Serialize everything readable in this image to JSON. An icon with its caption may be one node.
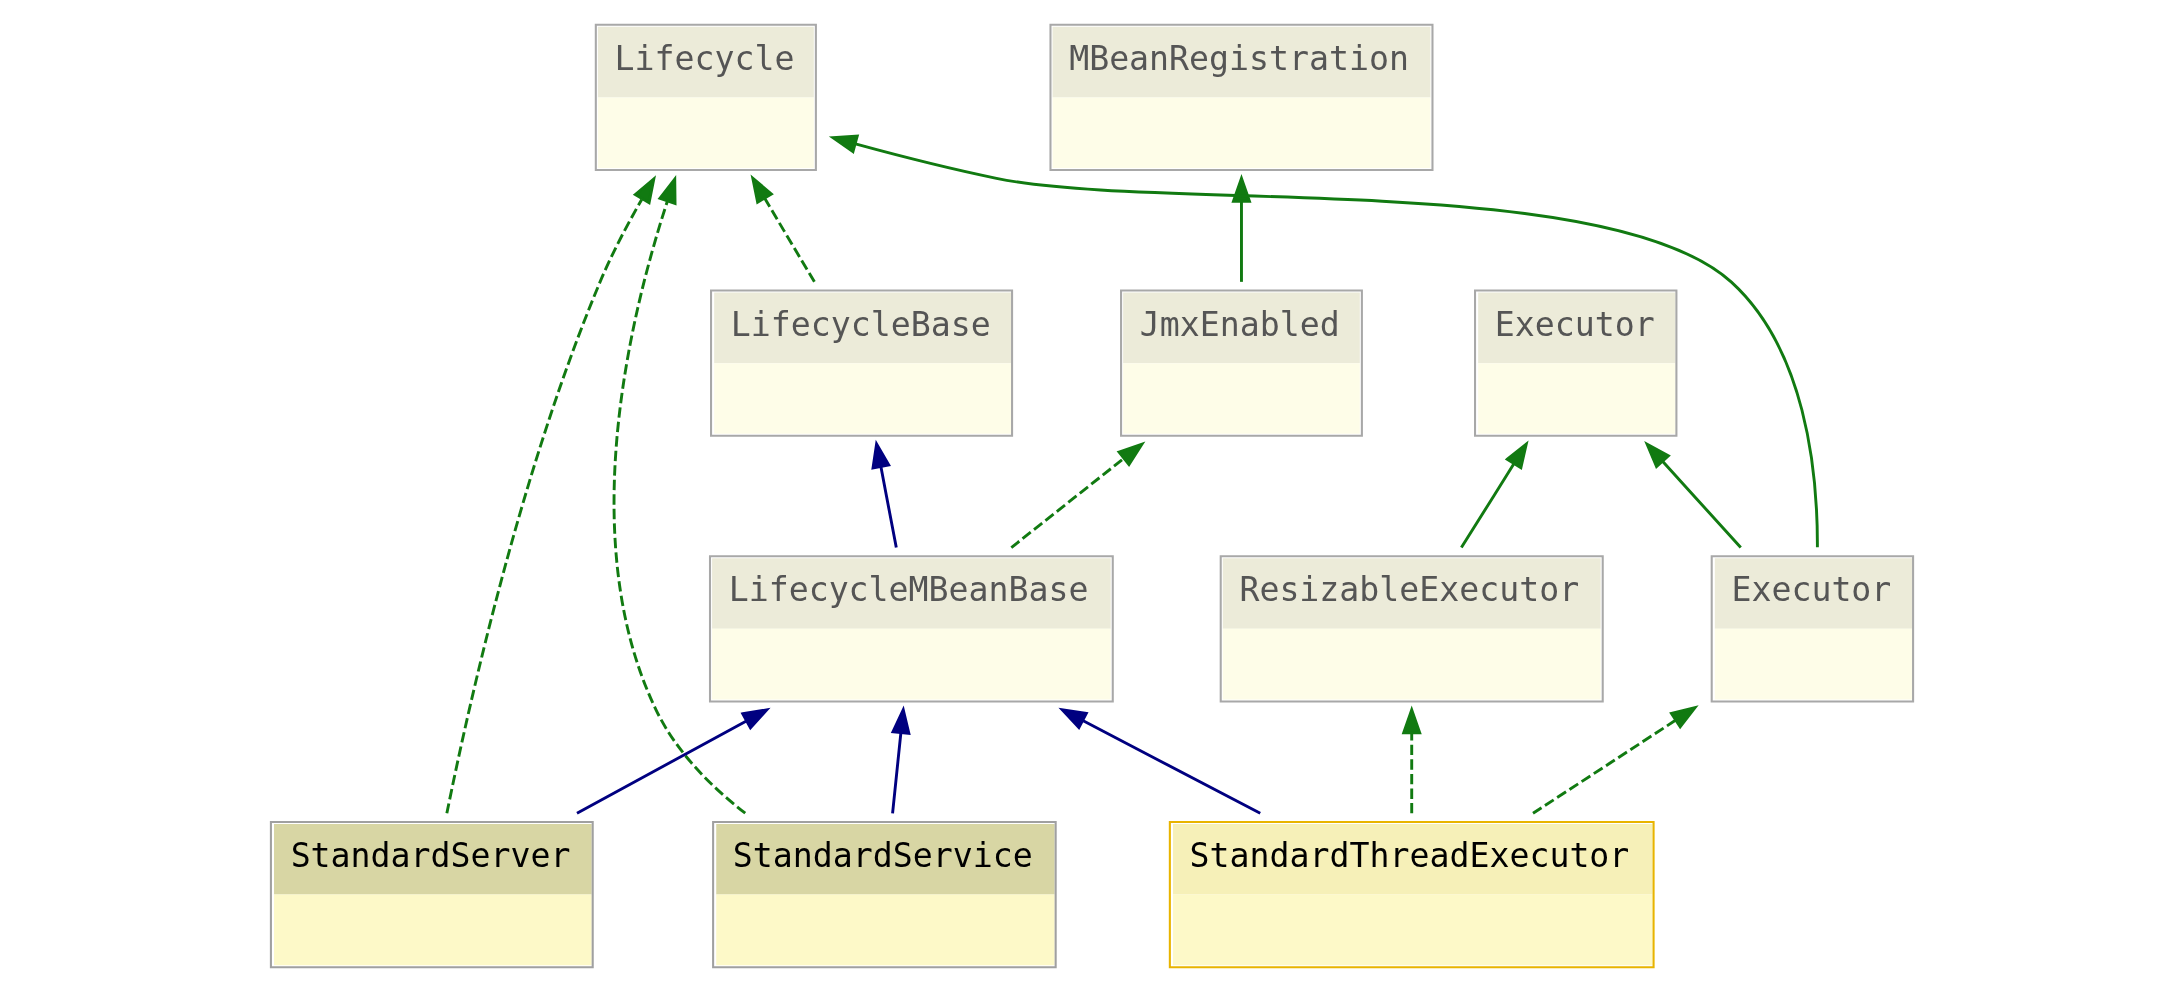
{
  "diagram": {
    "nodes": [
      {
        "text": [
          "MBeanRegistration"
        ]
      },
      {
        "text": [
          "Lifecycle"
        ]
      },
      {
        "text": [
          "Executor"
        ]
      },
      {
        "text": [
          "JmxEnabled"
        ]
      },
      {
        "text": [
          "LifecycleBase"
        ]
      },
      {
        "text": [
          "ResizableExecutor"
        ]
      },
      {
        "text": [
          "Executor"
        ]
      },
      {
        "text": [
          "LifecycleMBeanBase"
        ]
      },
      {
        "text": [
          "StandardThreadExecutor"
        ]
      },
      {
        "text": [
          "StandardService"
        ]
      },
      {
        "text": [
          "StandardServer"
        ]
      }
    ],
    "edges": [
      {
        "from": 3,
        "to": 0,
        "arrow": "to"
      },
      {
        "from": 6,
        "to": 1,
        "arrow": "to"
      },
      {
        "from": 4,
        "to": 1,
        "arrow": "to",
        "style": "dashed"
      },
      {
        "from": 9,
        "to": 1,
        "arrow": "to",
        "style": "dashed"
      },
      {
        "from": 10,
        "to": 1,
        "arrow": "to",
        "style": "dashed"
      },
      {
        "from": 5,
        "to": 2,
        "arrow": "to"
      },
      {
        "from": 6,
        "to": 2,
        "arrow": "to"
      },
      {
        "from": 7,
        "to": 3,
        "arrow": "to",
        "style": "dashed"
      },
      {
        "from": 7,
        "to": 4,
        "arrow": "to",
        "color": "#000080"
      },
      {
        "from": 8,
        "to": 5,
        "arrow": "to",
        "style": "dashed"
      },
      {
        "from": 8,
        "to": 6,
        "arrow": "to",
        "style": "dashed"
      },
      {
        "from": 8,
        "to": 7,
        "arrow": "to",
        "color": "#000080"
      },
      {
        "from": 9,
        "to": 7,
        "arrow": "to",
        "color": "#000080"
      },
      {
        "from": 10,
        "to": 7,
        "arrow": "to",
        "color": "#000080"
      }
    ]
  }
}
